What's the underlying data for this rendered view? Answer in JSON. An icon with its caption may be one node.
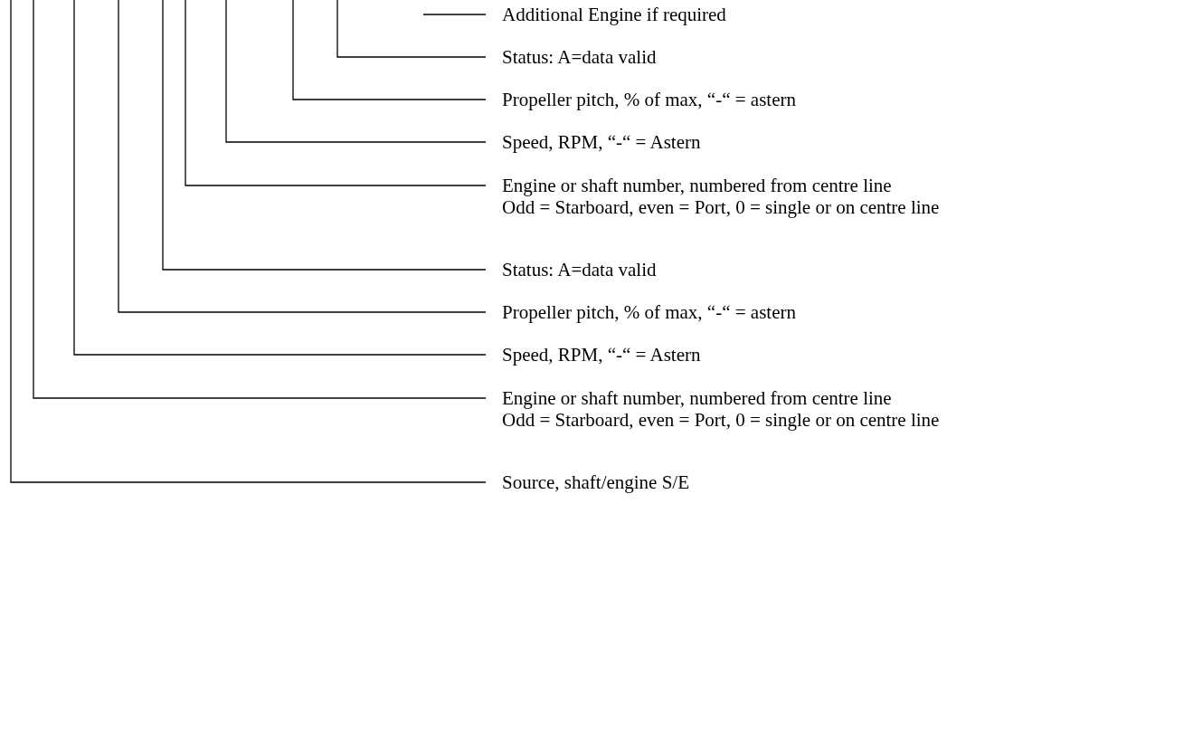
{
  "diagram": {
    "nodes": [
      {
        "text": [
          "Additional Engine if required"
        ]
      },
      {
        "text": [
          "Status: A=data valid"
        ]
      },
      {
        "text": [
          "Propeller pitch, % of max, “-“ = astern"
        ]
      },
      {
        "text": [
          "Speed, RPM, “-“ = Astern"
        ]
      },
      {
        "text": [
          "Engine or shaft number, numbered from centre line",
          "Odd = Starboard, even = Port, 0 = single or on centre line"
        ]
      },
      {
        "text": [
          "Status: A=data valid"
        ]
      },
      {
        "text": [
          "Propeller pitch, % of max, “-“ = astern"
        ]
      },
      {
        "text": [
          "Speed, RPM, “-“ = Astern"
        ]
      },
      {
        "text": [
          "Engine or shaft number, numbered from centre line",
          "Odd = Starboard, even = Port, 0 = single or on centre line"
        ]
      },
      {
        "text": [
          "Source, shaft/engine S/E"
        ]
      }
    ],
    "edges": [
      {
        "from": null,
        "to": 0,
        "arrow": "none"
      },
      {
        "from": null,
        "to": 1,
        "arrow": "none"
      },
      {
        "from": null,
        "to": 2,
        "arrow": "none"
      },
      {
        "from": null,
        "to": 3,
        "arrow": "none"
      },
      {
        "from": null,
        "to": 4,
        "arrow": "none"
      },
      {
        "from": null,
        "to": 5,
        "arrow": "none"
      },
      {
        "from": null,
        "to": 6,
        "arrow": "none"
      },
      {
        "from": null,
        "to": 7,
        "arrow": "none"
      },
      {
        "from": null,
        "to": 8,
        "arrow": "none"
      },
      {
        "from": null,
        "to": 9,
        "arrow": "none"
      }
    ]
  }
}
